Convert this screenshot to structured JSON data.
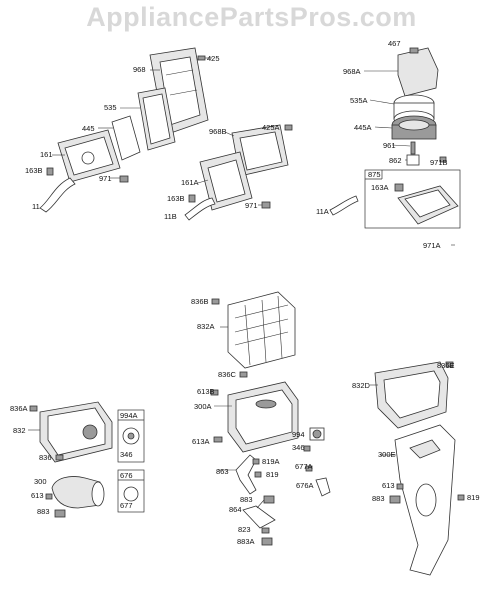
{
  "watermark": "AppliancePartsPros.com",
  "labels": {
    "p425": "425",
    "p968": "968",
    "p535": "535",
    "p445": "445",
    "p161": "161",
    "p163B": "163B",
    "p11": "11",
    "p971": "971",
    "p968B": "968B",
    "p425A": "425A",
    "p161A": "161A",
    "p163B_2": "163B",
    "p11B": "11B",
    "p971_2": "971",
    "p11A": "11A",
    "p467": "467",
    "p968A": "968A",
    "p535A": "535A",
    "p445A": "445A",
    "p961": "961",
    "p862": "862",
    "p971B": "971B",
    "p875": "875",
    "p163A": "163A",
    "p971A": "971A",
    "p836B": "836B",
    "p832A": "832A",
    "p836C": "836C",
    "p613B": "613B",
    "p300A": "300A",
    "p613A": "613A",
    "p994": "994",
    "p346": "346",
    "p819A": "819A",
    "p819": "819",
    "p863": "863",
    "p677A": "677A",
    "p676A": "676A",
    "p883": "883",
    "p864": "864",
    "p823": "823",
    "p883A": "883A",
    "p836A": "836A",
    "p832": "832",
    "p836": "836",
    "p994A": "994A",
    "p346_2": "346",
    "p300": "300",
    "p613": "613",
    "p883_2": "883",
    "p676": "676",
    "p677": "677",
    "p836E": "836E",
    "p832D": "832D",
    "p300E": "300E",
    "p613_2": "613",
    "p883_3": "883",
    "p819_2": "819"
  }
}
